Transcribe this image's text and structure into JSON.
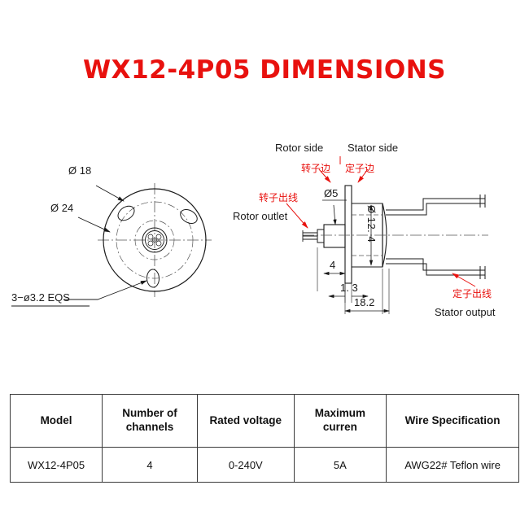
{
  "title": "WX12-4P05 DIMENSIONS",
  "title_color": "#e8110e",
  "left_view": {
    "name": "front-view",
    "labels": {
      "dia18": "Ø 18",
      "dia24": "Ø 24",
      "holes": "3−ø3.2  EQS"
    }
  },
  "right_view": {
    "name": "side-view",
    "labels": {
      "rotor_side_en": "Rotor side",
      "stator_side_en": "Stator side",
      "rotor_side_cn": "转子边",
      "stator_side_cn": "定子边",
      "rotor_outlet_cn": "转子出线",
      "rotor_outlet_en": "Rotor outlet",
      "stator_output_cn": "定子出线",
      "stator_output_en": "Stator output",
      "dia5": "Ø5",
      "dia12_4": "Ø 12. 4",
      "dim4": "4",
      "dim1_3": "1. 3",
      "dim18_2": "18.2"
    }
  },
  "table": {
    "headers": [
      "Model",
      "Number of channels",
      "Rated voltage",
      "Maximum curren",
      "Wire Specification"
    ],
    "headers_multiline": [
      [
        "Model"
      ],
      [
        "Number of",
        "channels"
      ],
      [
        "Rated voltage"
      ],
      [
        "Maximum",
        "curren"
      ],
      [
        "Wire Specification"
      ]
    ],
    "rows": [
      [
        "WX12-4P05",
        "4",
        "0-240V",
        "5A",
        "AWG22# Teflon wire"
      ]
    ]
  }
}
